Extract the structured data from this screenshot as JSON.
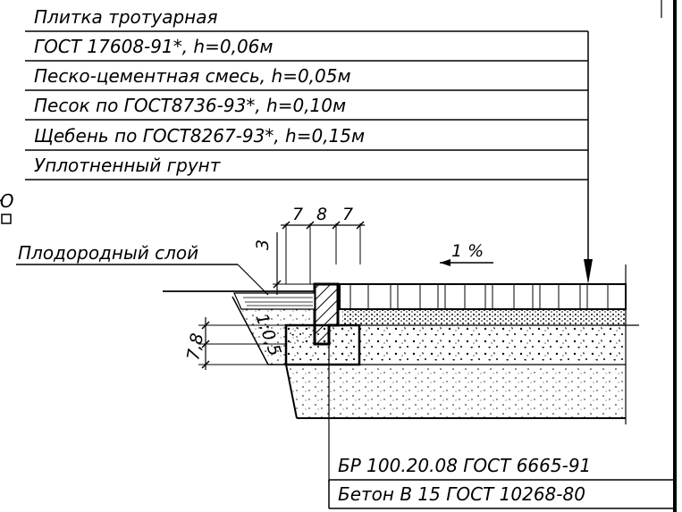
{
  "layer_labels": [
    "Плитка тротуарная",
    "ГОСТ 17608-91*, h=0,06м",
    "Песко-цементная смесь, h=0,05м",
    "Песок по ГОСТ8736-93*, h=0,10м",
    "Щебень по ГОСТ8267-93*, h=0,15м",
    "Уплотненный грунт"
  ],
  "topsoil_label": "Плодородный слой",
  "slope_label": "1 %",
  "dimensions": {
    "gap": "3",
    "widths": [
      "7",
      "8",
      "7"
    ],
    "height_left": "7,8",
    "slope_ratio": "1:0,5"
  },
  "curb_labels": [
    "БР 100.20.08 ГОСТ 6665-91",
    "Бетон В 15  ГОСТ 10268-80"
  ]
}
